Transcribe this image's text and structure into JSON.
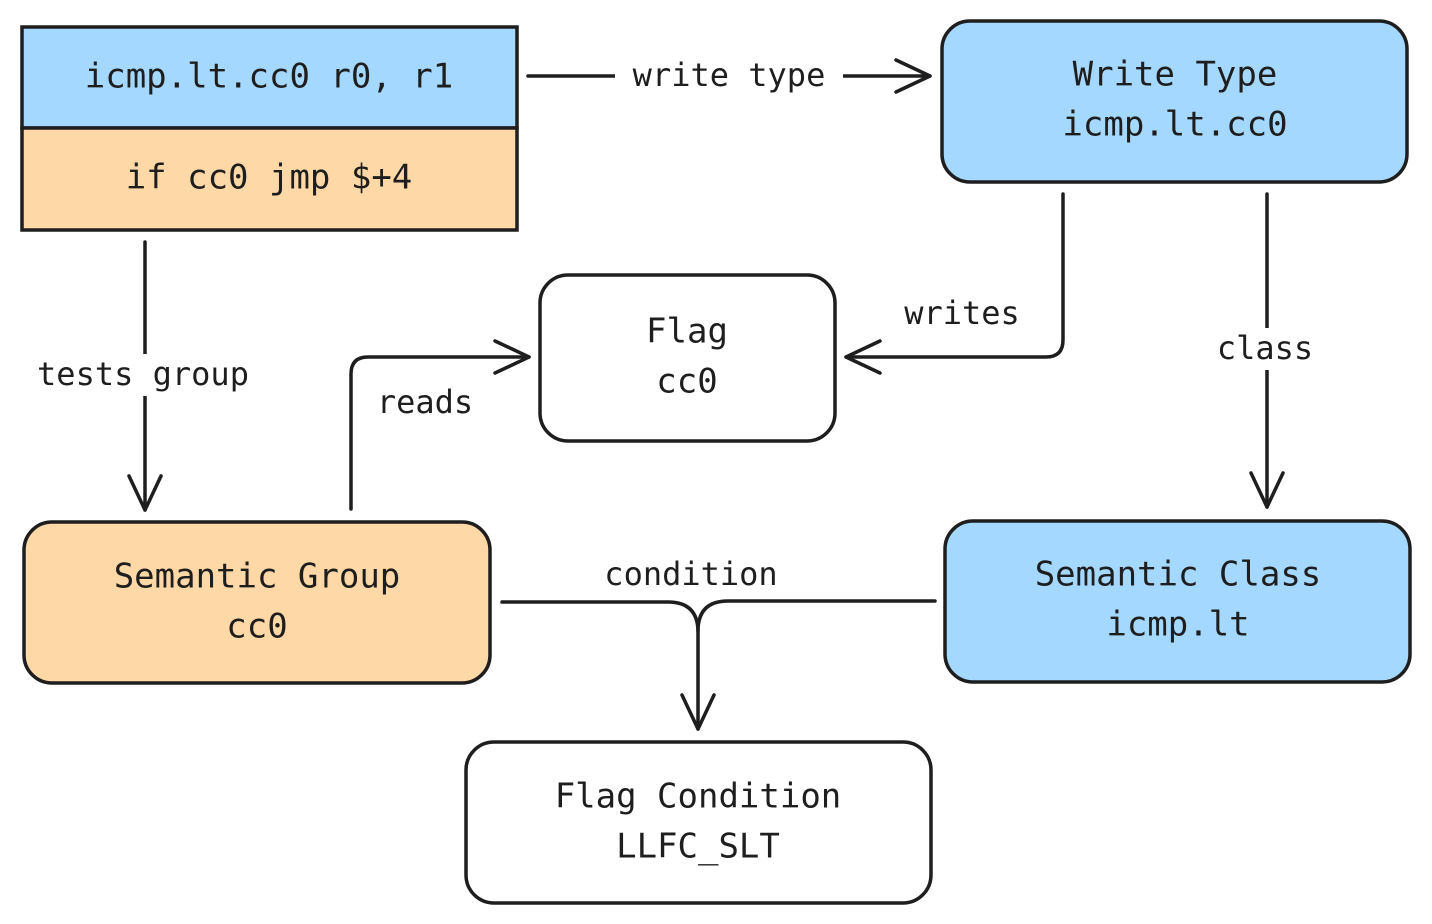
{
  "colors": {
    "blue": "#a5d8ff",
    "orange": "#ffd8a8",
    "white": "#ffffff",
    "stroke": "#1e1e1e"
  },
  "nodes": {
    "instruction": {
      "line1": "icmp.lt.cc0 r0, r1",
      "line2": "if cc0 jmp $+4"
    },
    "write_type": {
      "title": "Write Type",
      "value": "icmp.lt.cc0"
    },
    "flag": {
      "title": "Flag",
      "value": "cc0"
    },
    "semantic_group": {
      "title": "Semantic Group",
      "value": "cc0"
    },
    "semantic_class": {
      "title": "Semantic Class",
      "value": "icmp.lt"
    },
    "flag_condition": {
      "title": "Flag Condition",
      "value": "LLFC_SLT"
    }
  },
  "edges": {
    "write_type": "write type",
    "tests_group": "tests group",
    "writes": "writes",
    "reads": "reads",
    "class": "class",
    "condition": "condition"
  }
}
